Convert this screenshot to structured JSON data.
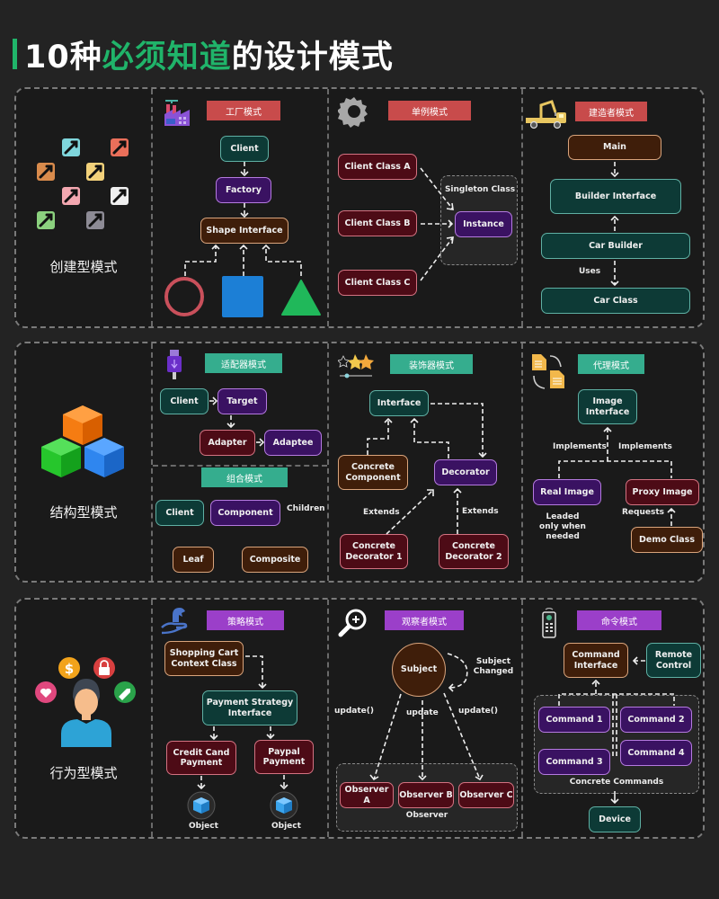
{
  "title": {
    "part1": "10种",
    "part2": "必须知道",
    "part3": "的设计模式"
  },
  "colors": {
    "accent": "#20b46a",
    "tag_red": "#c84b4b",
    "tag_teal": "#35ad8e",
    "tag_purple": "#9b3fc9"
  },
  "categories": {
    "creational": {
      "label": "创建型模式",
      "icon": "colored-arrows-icon"
    },
    "structural": {
      "label": "结构型模式",
      "icon": "cubes-icon"
    },
    "behavioral": {
      "label": "行为型模式",
      "icon": "person-with-icons"
    }
  },
  "factory": {
    "tag": "工厂模式",
    "icon": "factory-icon",
    "client": "Client",
    "factory": "Factory",
    "shape_interface": "Shape Interface",
    "shapes": [
      "circle",
      "square",
      "triangle"
    ]
  },
  "singleton": {
    "tag": "单例模式",
    "icon": "gear-icon",
    "clients": [
      "Client Class A",
      "Client Class B",
      "Client Class C"
    ],
    "group_label": "Singleton Class",
    "instance": "Instance"
  },
  "builder": {
    "tag": "建造者模式",
    "icon": "crane-truck-icon",
    "main": "Main",
    "builder_interface": "Builder Interface",
    "car_builder": "Car Builder",
    "uses": "Uses",
    "car_class": "Car Class"
  },
  "adapter": {
    "tag": "适配器模式",
    "icon": "usb-icon",
    "client": "Client",
    "target": "Target",
    "adapter": "Adapter",
    "adaptee": "Adaptee"
  },
  "composite": {
    "tag": "组合模式",
    "client": "Client",
    "component": "Component",
    "children": "Children",
    "leaf": "Leaf",
    "composite": "Composite"
  },
  "decorator": {
    "tag": "装饰器模式",
    "icon": "stars-rating-icon",
    "interface": "Interface",
    "concrete_component": "Concrete Component",
    "decorator": "Decorator",
    "extends1": "Extends",
    "extends2": "Extends",
    "concrete_decorator_1": "Concrete Decorator 1",
    "concrete_decorator_2": "Concrete Decorator 2"
  },
  "proxy": {
    "tag": "代理模式",
    "icon": "swap-documents-icon",
    "image_interface": "Image Interface",
    "implements1": "Implements",
    "implements2": "Implements",
    "real_image": "Real Image",
    "proxy_image": "Proxy Image",
    "loaded_note": "Leaded only when needed",
    "requests": "Requests",
    "demo_class": "Demo Class"
  },
  "strategy": {
    "tag": "策略模式",
    "icon": "chess-knight-hand-icon",
    "context": "Shopping Cart Context Class",
    "strategy_interface": "Payment Strategy Interface",
    "credit": "Credit Cand Payment",
    "paypal": "Paypal Payment",
    "object1": "Object",
    "object2": "Object"
  },
  "observer": {
    "tag": "观察者模式",
    "icon": "magnifier-plus-icon",
    "subject": "Subject",
    "subject_changed": "Subject Changed",
    "update_left": "update()",
    "update_mid": "update",
    "update_right": "update()",
    "observers": [
      "Observer A",
      "Observer B",
      "Observer C"
    ],
    "group_label": "Observer"
  },
  "command": {
    "tag": "命令模式",
    "icon": "remote-control-icon",
    "command_interface": "Command Interface",
    "remote_control": "Remote Control",
    "commands": [
      "Command 1",
      "Command 2",
      "Command 3",
      "Command 4"
    ],
    "group_label": "Concrete Commands",
    "device": "Device"
  }
}
